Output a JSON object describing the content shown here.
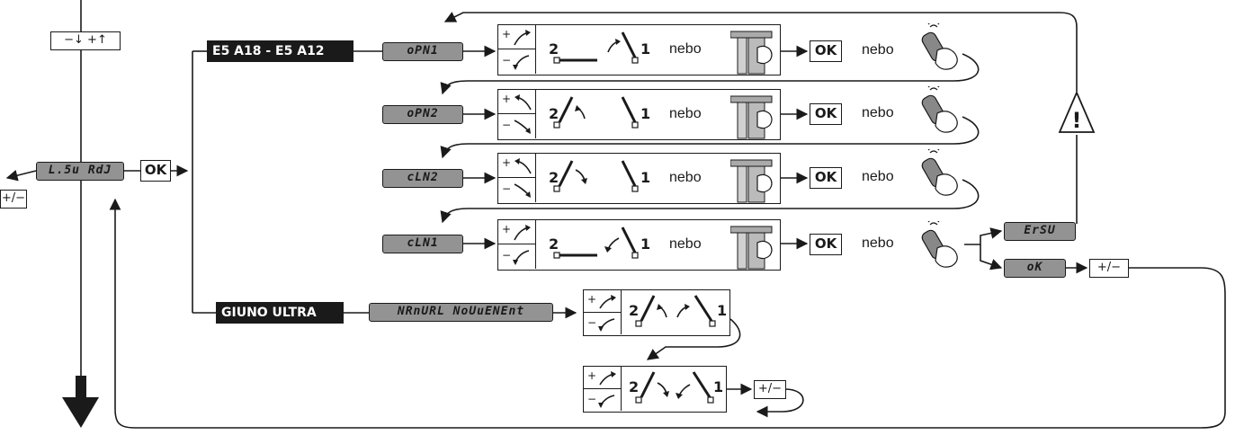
{
  "menu": {
    "toolbar_label": "−↓ +↑",
    "lsw_display": "L.5u RdJ",
    "ok": "OK",
    "plus_minus": "+/−"
  },
  "branches": {
    "e5": "E5 A18 - E5 A12",
    "giuno": "GIUNO ULTRA"
  },
  "steps": [
    {
      "display": "oPN1",
      "plus": "+",
      "minus": "−",
      "gate_a": "2",
      "gate_b": "1",
      "or": "nebo",
      "ok": "OK",
      "or2": "nebo"
    },
    {
      "display": "oPN2",
      "plus": "+",
      "minus": "−",
      "gate_a": "2",
      "gate_b": "1",
      "or": "nebo",
      "ok": "OK",
      "or2": "nebo"
    },
    {
      "display": "cLN2",
      "plus": "+",
      "minus": "−",
      "gate_a": "2",
      "gate_b": "1",
      "or": "nebo",
      "ok": "OK",
      "or2": "nebo"
    },
    {
      "display": "cLN1",
      "plus": "+",
      "minus": "−",
      "gate_a": "2",
      "gate_b": "1",
      "or": "nebo",
      "ok": "OK",
      "or2": "nebo"
    }
  ],
  "results": {
    "error": "ErSU",
    "success": "oK",
    "plus_minus": "+/−"
  },
  "manual": {
    "display": "NRnURL NoUuENEnt",
    "plus": "+",
    "minus": "−",
    "gate_a": "2",
    "gate_b": "1",
    "plus_minus": "+/−"
  },
  "colors": {
    "lcd": "#939393",
    "ink": "#1a1a1a",
    "paper": "#ffffff"
  },
  "icons": [
    "remote-control-icon",
    "gate-pillar-hand-icon",
    "warning-triangle-icon",
    "down-arrow-icon"
  ]
}
